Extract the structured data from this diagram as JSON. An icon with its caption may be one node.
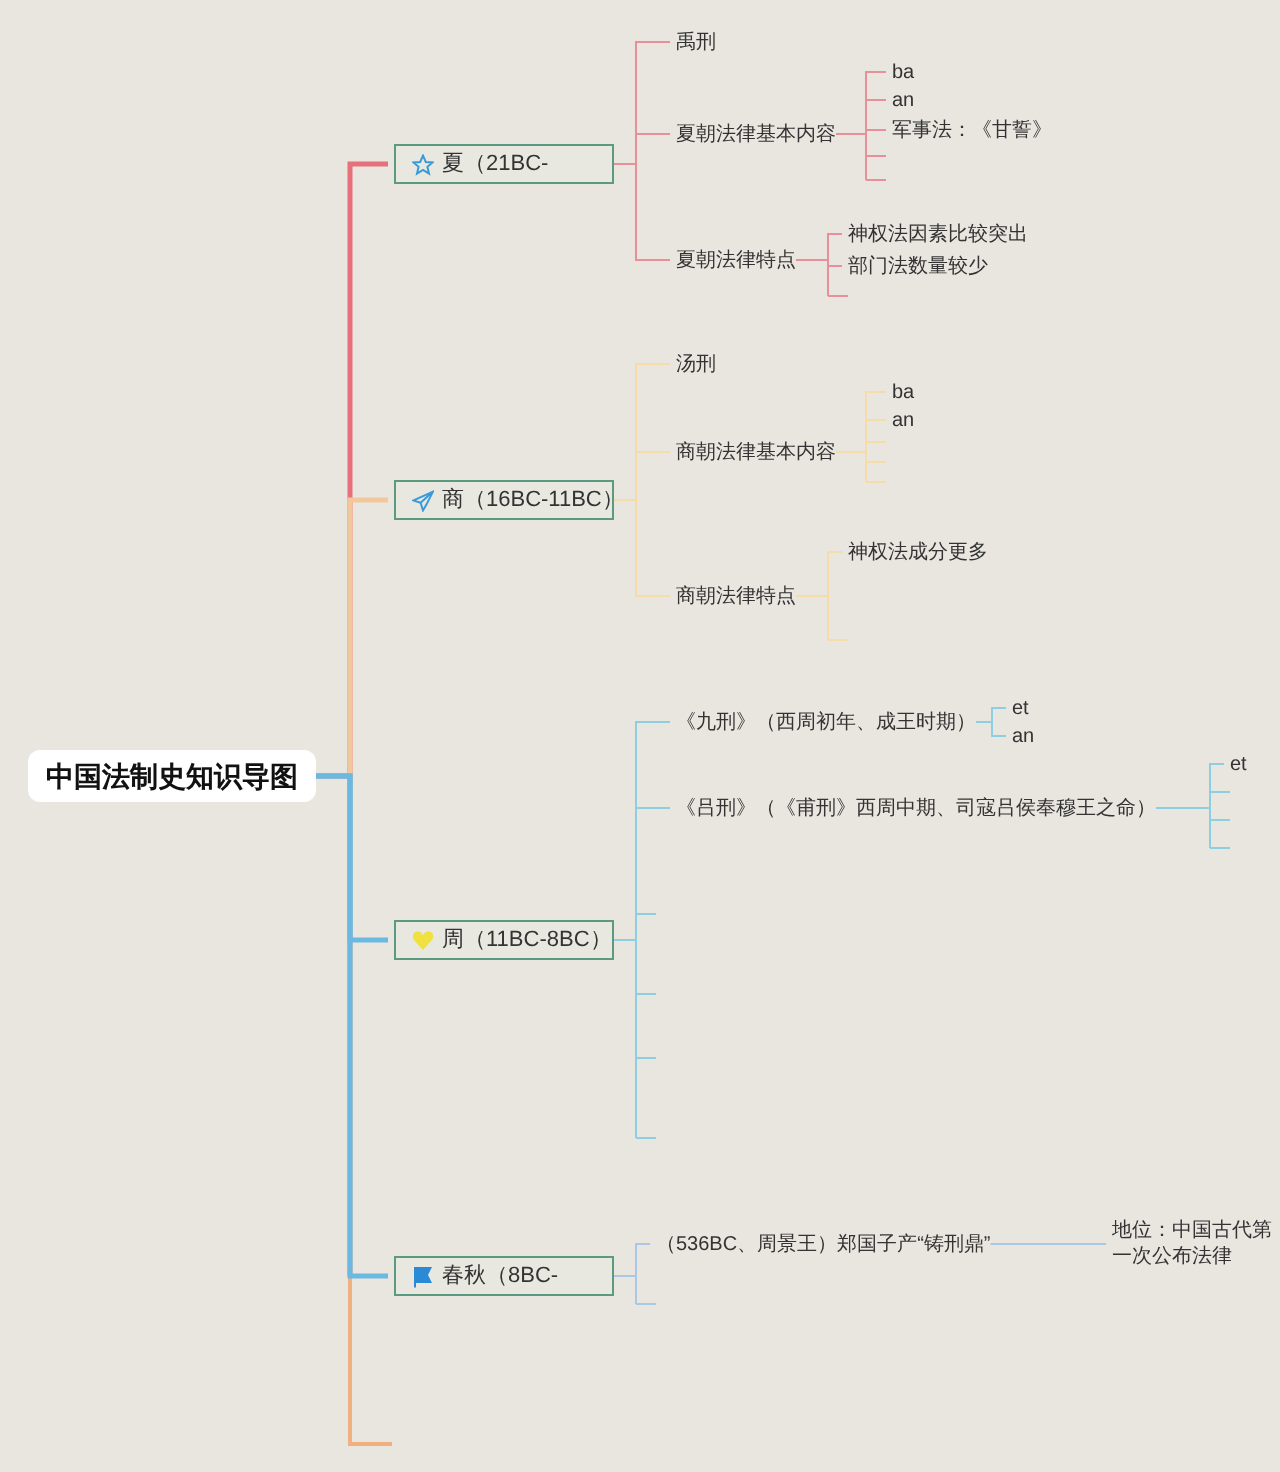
{
  "diagram": {
    "nodes": [
      {
        "text": [
          "中国法制史知识导图"
        ]
      },
      {
        "text": [
          "夏（21BC-"
        ]
      },
      {
        "text": [
          "禹刑"
        ]
      },
      {
        "text": [
          "夏朝法律基本内容"
        ]
      },
      {
        "text": [
          "ba"
        ]
      },
      {
        "text": [
          "an"
        ]
      },
      {
        "text": [
          "军事法：《甘誓》"
        ]
      },
      {
        "text": [
          "夏朝法律特点"
        ]
      },
      {
        "text": [
          "神权法因素比较突出"
        ]
      },
      {
        "text": [
          "部门法数量较少"
        ]
      },
      {
        "text": [
          "商（16BC-11BC）"
        ]
      },
      {
        "text": [
          "汤刑"
        ]
      },
      {
        "text": [
          "商朝法律基本内容"
        ]
      },
      {
        "text": [
          "ba"
        ]
      },
      {
        "text": [
          "an"
        ]
      },
      {
        "text": [
          "商朝法律特点"
        ]
      },
      {
        "text": [
          "神权法成分更多"
        ]
      },
      {
        "text": [
          "周（11BC-8BC）"
        ]
      },
      {
        "text": [
          "《九刑》（西周初年、成王时期）"
        ]
      },
      {
        "text": [
          "et"
        ]
      },
      {
        "text": [
          "an"
        ]
      },
      {
        "text": [
          "《吕刑》（《甫刑》西周中期、司寇吕侯奉穆王之命）"
        ]
      },
      {
        "text": [
          "et"
        ]
      },
      {
        "text": [
          "春秋（8BC-"
        ]
      },
      {
        "text": [
          "（536BC、周景王）郑国子产“铸刑鼎”"
        ]
      },
      {
        "text": [
          "地位：中国古代第一次公布法律"
        ]
      }
    ],
    "edges": [
      {
        "from": 0,
        "to": 1,
        "arrow": "none",
        "color": "#e8707a",
        "style": "thick"
      },
      {
        "from": 0,
        "to": 10,
        "arrow": "none",
        "color": "#f3c79c",
        "style": "thick"
      },
      {
        "from": 0,
        "to": 17,
        "arrow": "none",
        "color": "#6bb8e0",
        "style": "thick"
      },
      {
        "from": 0,
        "to": 23,
        "arrow": "none",
        "color": "#6bb8e0",
        "style": "thick"
      },
      {
        "from": 1,
        "to": 2,
        "arrow": "none",
        "color": "#e8909a"
      },
      {
        "from": 1,
        "to": 3,
        "arrow": "none",
        "color": "#e8909a"
      },
      {
        "from": 1,
        "to": 7,
        "arrow": "none",
        "color": "#e8909a"
      },
      {
        "from": 3,
        "to": 4,
        "arrow": "none",
        "color": "#e8909a"
      },
      {
        "from": 3,
        "to": 5,
        "arrow": "none",
        "color": "#e8909a"
      },
      {
        "from": 3,
        "to": 6,
        "arrow": "none",
        "color": "#e8909a"
      },
      {
        "from": 7,
        "to": 8,
        "arrow": "none",
        "color": "#e8909a"
      },
      {
        "from": 7,
        "to": 9,
        "arrow": "none",
        "color": "#e8909a"
      },
      {
        "from": 10,
        "to": 11,
        "arrow": "none",
        "color": "#f5dca8"
      },
      {
        "from": 10,
        "to": 12,
        "arrow": "none",
        "color": "#f5dca8"
      },
      {
        "from": 10,
        "to": 15,
        "arrow": "none",
        "color": "#f5dca8"
      },
      {
        "from": 12,
        "to": 13,
        "arrow": "none",
        "color": "#f5dca8"
      },
      {
        "from": 12,
        "to": 14,
        "arrow": "none",
        "color": "#f5dca8"
      },
      {
        "from": 15,
        "to": 16,
        "arrow": "none",
        "color": "#f5dca8"
      },
      {
        "from": 17,
        "to": 18,
        "arrow": "none",
        "color": "#8ccfe0"
      },
      {
        "from": 17,
        "to": 21,
        "arrow": "none",
        "color": "#8ccfe0"
      },
      {
        "from": 18,
        "to": 19,
        "arrow": "none",
        "color": "#8ccfe0"
      },
      {
        "from": 18,
        "to": 20,
        "arrow": "none",
        "color": "#8ccfe0"
      },
      {
        "from": 21,
        "to": 22,
        "arrow": "none",
        "color": "#8ccfe0"
      },
      {
        "from": 23,
        "to": 24,
        "arrow": "none",
        "color": "#a8c8e6"
      },
      {
        "from": 24,
        "to": 25,
        "arrow": "none",
        "color": "#a8c8e6"
      }
    ]
  }
}
